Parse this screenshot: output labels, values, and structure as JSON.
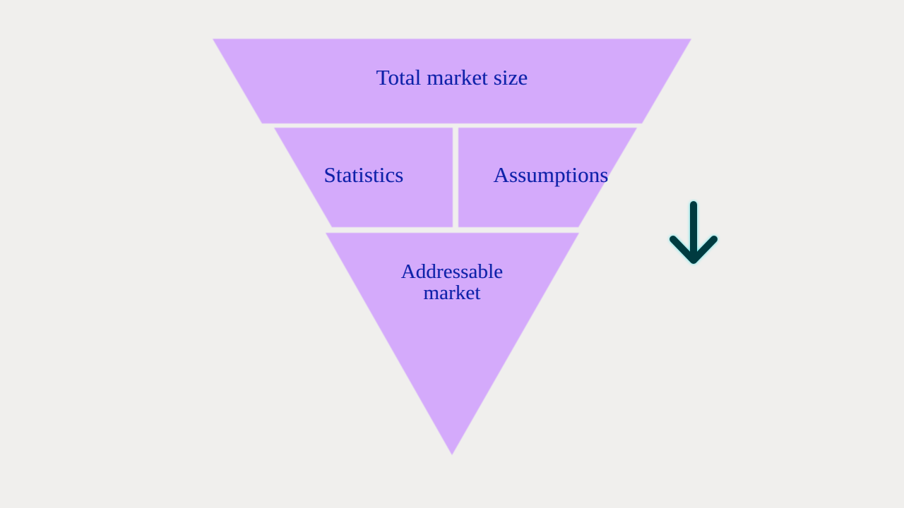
{
  "diagram": {
    "type": "inverted-pyramid",
    "title_text": "Total market size",
    "background_color": "#f0efed",
    "segment_fill_color": "#d4aafb",
    "label_color": "#1020a8",
    "divider_color": "#f0efed",
    "levels": [
      {
        "id": "total-market-size",
        "label": "Total market size",
        "row": 1,
        "columns": 1
      },
      {
        "id": "statistics-assumptions",
        "row": 2,
        "columns": 2,
        "cells": [
          {
            "id": "statistics",
            "label": "Statistics"
          },
          {
            "id": "assumptions",
            "label": "Assumptions"
          }
        ]
      },
      {
        "id": "addressable-market",
        "label": "Addressable\nmarket",
        "label_line_1": "Addressable",
        "label_line_2": "market",
        "row": 3,
        "columns": 1
      }
    ]
  },
  "arrow": {
    "id": "down-arrow",
    "icon": "arrow-down-icon",
    "direction": "down",
    "color": "#063b40",
    "glow_color": "#31e0e8"
  }
}
